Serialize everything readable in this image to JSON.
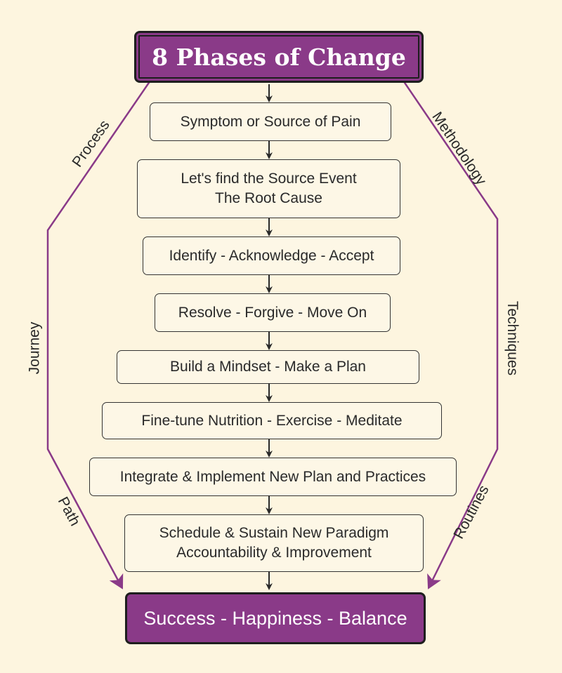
{
  "title": "8 Phases of Change",
  "outcome": "Success - Happiness - Balance",
  "steps": [
    {
      "lines": [
        "Symptom or Source of Pain"
      ]
    },
    {
      "lines": [
        "Let's find the Source Event",
        "The Root Cause"
      ]
    },
    {
      "lines": [
        "Identify - Acknowledge - Accept"
      ]
    },
    {
      "lines": [
        "Resolve - Forgive - Move On"
      ]
    },
    {
      "lines": [
        "Build a Mindset - Make a Plan"
      ]
    },
    {
      "lines": [
        "Fine-tune Nutrition - Exercise - Meditate"
      ]
    },
    {
      "lines": [
        "Integrate & Implement New Plan and Practices"
      ]
    },
    {
      "lines": [
        "Schedule & Sustain New Paradigm",
        "Accountability & Improvement"
      ]
    }
  ],
  "left_labels": {
    "top": "Process",
    "middle": "Journey",
    "bottom": "Path"
  },
  "right_labels": {
    "top": "Methodology",
    "middle": "Techniques",
    "bottom": "Routines"
  },
  "colors": {
    "accent": "#8a3a88",
    "background": "#fdf5df",
    "line": "#333333"
  }
}
